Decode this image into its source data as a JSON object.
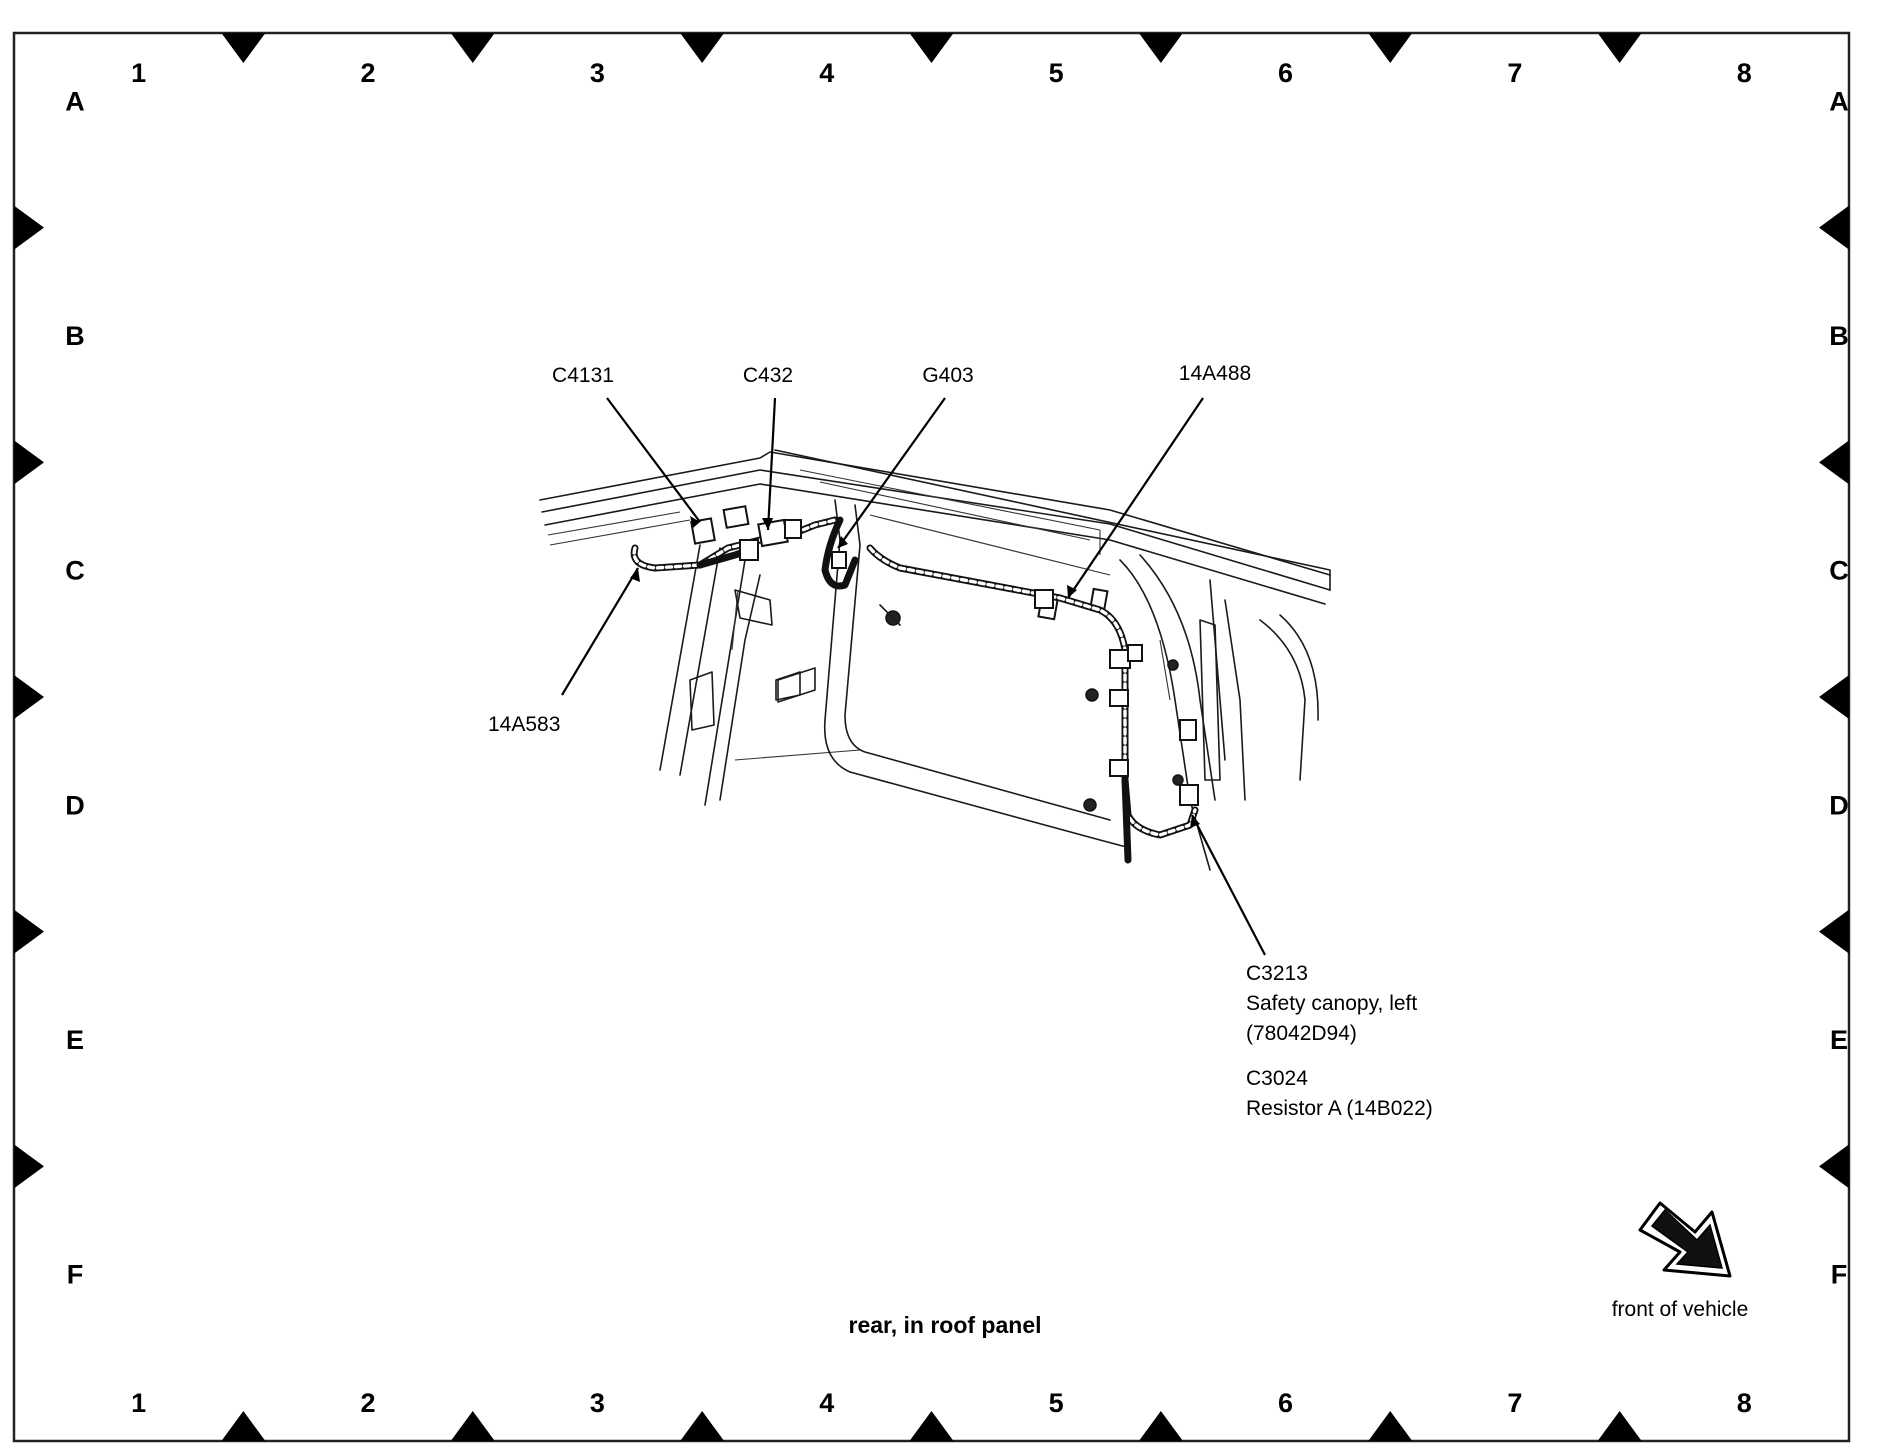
{
  "grid": {
    "columns": [
      "1",
      "2",
      "3",
      "4",
      "5",
      "6",
      "7",
      "8"
    ],
    "rows": [
      "A",
      "B",
      "C",
      "D",
      "E",
      "F"
    ]
  },
  "callouts": {
    "c4131": "C4131",
    "c432": "C432",
    "g403": "G403",
    "h14a488": "14A488",
    "h14a583": "14A583",
    "c3213_id": "C3213",
    "c3213_desc": "Safety canopy, left",
    "c3213_part": "(78042D94)",
    "c3024_id": "C3024",
    "c3024_desc": "Resistor A (14B022)"
  },
  "caption": "rear, in roof panel",
  "orientation_label": "front of vehicle"
}
